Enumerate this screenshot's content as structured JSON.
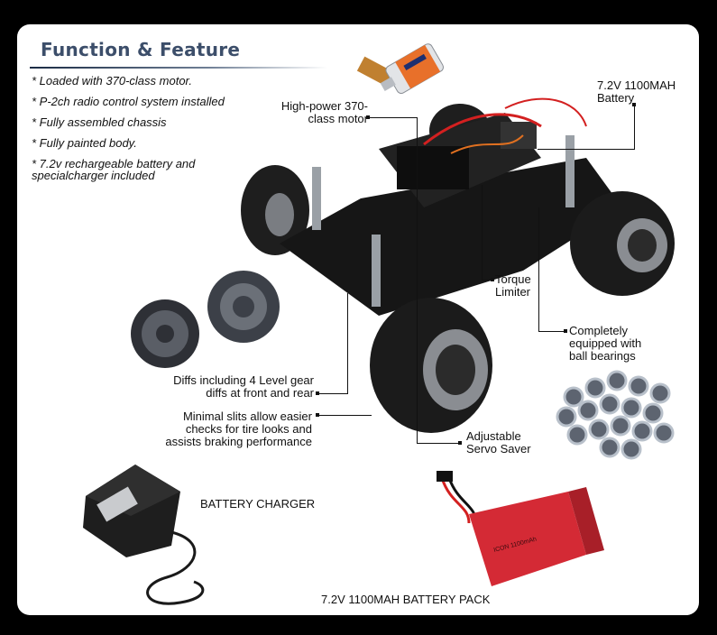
{
  "title": "Function & Feature",
  "features": [
    "* Loaded with 370-class motor.",
    "* P-2ch radio control system installed",
    "* Fully assembled chassis",
    "* Fully painted body.",
    "* 7.2v rechargeable battery and specialcharger included"
  ],
  "callouts": {
    "motor": "High-power 370-class motor",
    "battery": "7.2V 1100MAH Battery",
    "torque": "Torque Limiter",
    "bearings": "Completely equipped with ball bearings",
    "diffs": "Diffs including 4 Level gear diffs at front and rear",
    "slits": "Minimal slits allow easier checks for tire looks and assists braking performance",
    "servo": "Adjustable Servo Saver"
  },
  "captions": {
    "charger": "BATTERY CHARGER",
    "pack": "7.2V 1100MAH BATTERY PACK"
  },
  "images": {
    "motor": "electric-motor",
    "truck": "rc-monster-truck-chassis",
    "gears": "differential-gears",
    "bearings": "ball-bearings",
    "charger": "wall-charger-adapter",
    "pack": "red-battery-pack"
  },
  "colors": {
    "background": "#000000",
    "card": "#ffffff",
    "title": "#3c4e6a",
    "pack": "#d42a35"
  }
}
